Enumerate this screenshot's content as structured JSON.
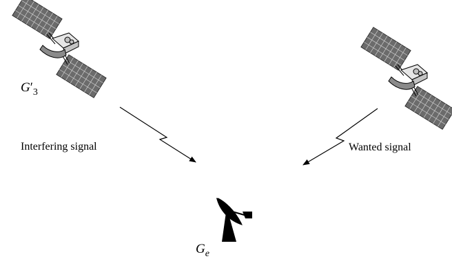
{
  "diagram": {
    "labels": {
      "interferer_main": "G",
      "interferer_prime": "′",
      "interferer_sub": "3",
      "earth_main": "G",
      "earth_sub": "e",
      "interfering_signal": "Interfering signal",
      "wanted_signal": "Wanted signal"
    },
    "icons": {
      "left_satellite": "satellite-icon",
      "right_satellite": "satellite-icon",
      "earth_station": "dish-antenna-icon"
    },
    "colors": {
      "ink": "#000000",
      "panel": "#6b6b6b",
      "panel_grid": "#cfcfcf",
      "body_light": "#e6e6e6",
      "body_dark": "#8a8a8a"
    }
  }
}
